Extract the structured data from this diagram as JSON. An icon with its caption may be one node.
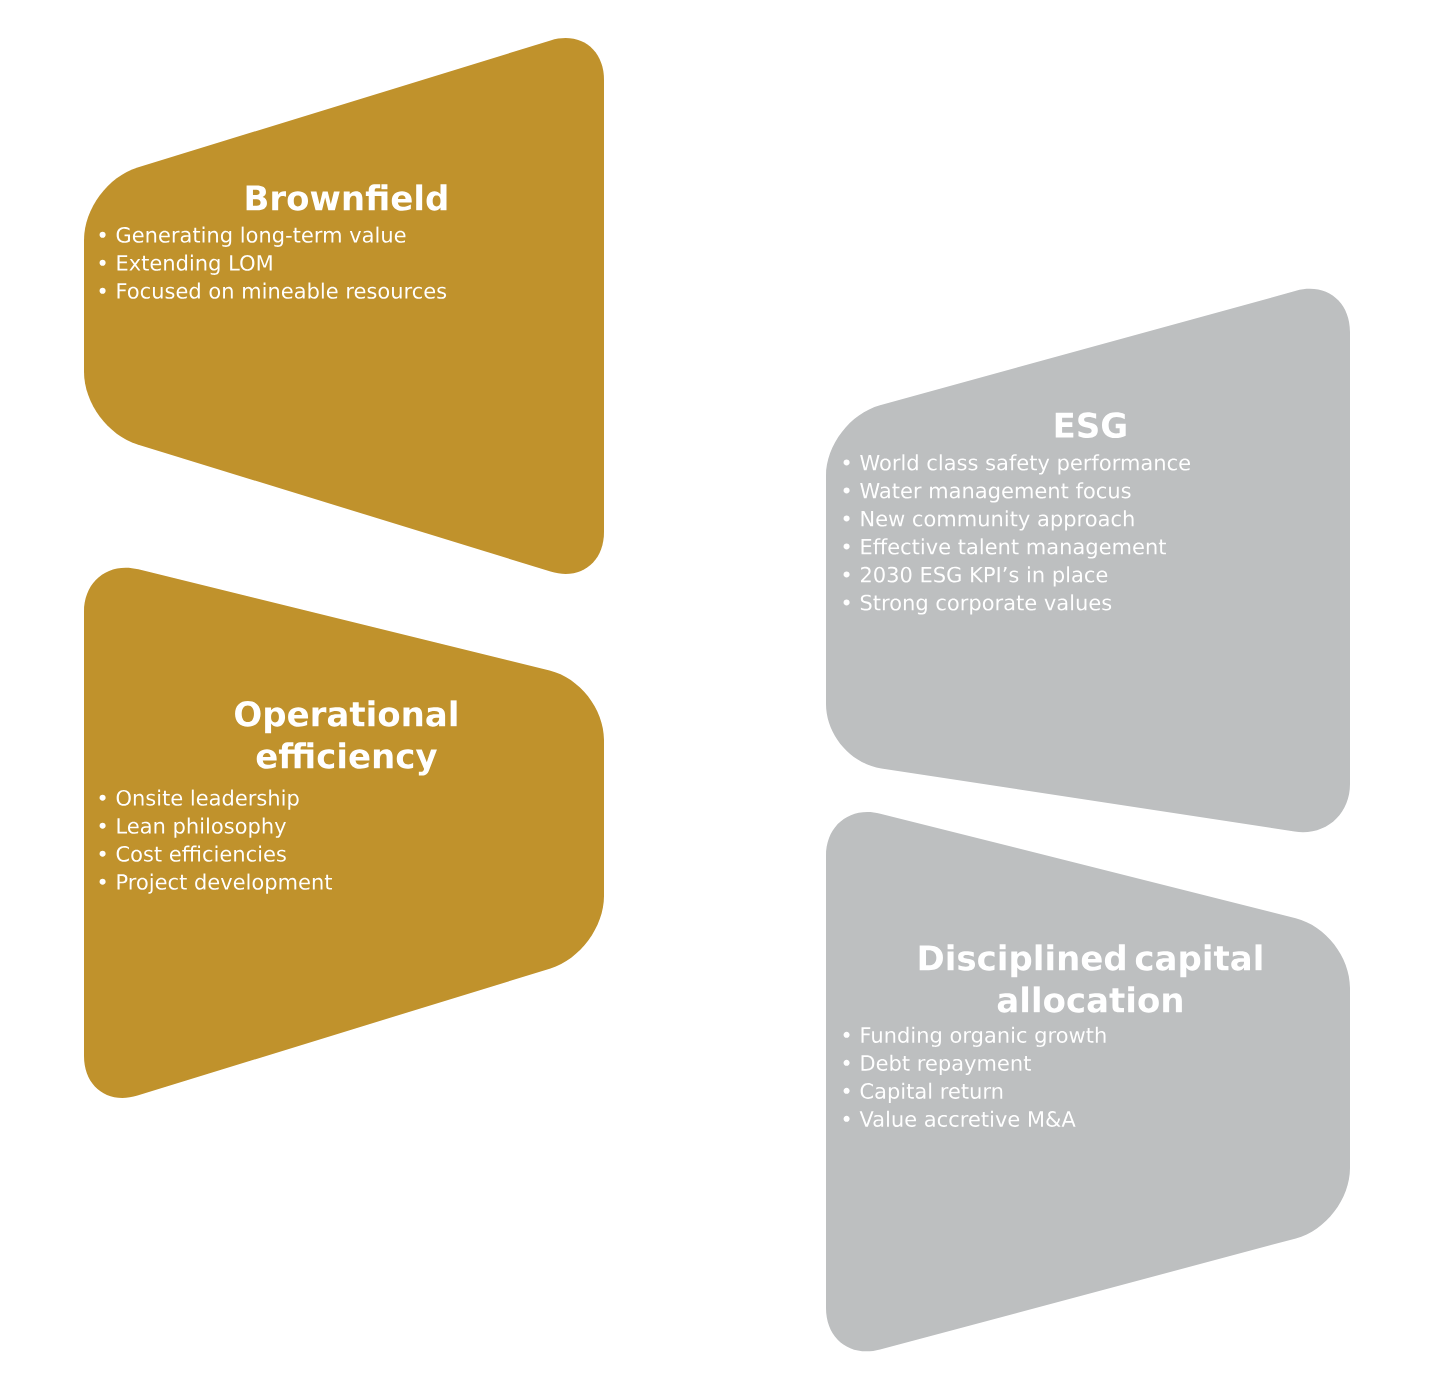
{
  "diagram": {
    "nodes": [
      {
        "text": [
          "Brownfield",
          "• Generating long-term value",
          "• Extending LOM",
          "• Focused on mineable resources"
        ]
      },
      {
        "text": [
          "Operational efficiency",
          "• Onsite leadership",
          "• Lean philosophy",
          "• Cost efficiencies",
          "• Project development"
        ]
      },
      {
        "text": [
          "ESG",
          "• World class safety performance",
          "• Water management focus",
          "• New community approach",
          "• Effective talent management",
          "• 2030 ESG KPI’s in place",
          "• Strong corporate values"
        ]
      },
      {
        "text": [
          "Disciplined capital allocation",
          "• Funding organic growth",
          "• Debt repayment",
          "• Capital return",
          "• Value accretive M&A"
        ]
      }
    ]
  }
}
